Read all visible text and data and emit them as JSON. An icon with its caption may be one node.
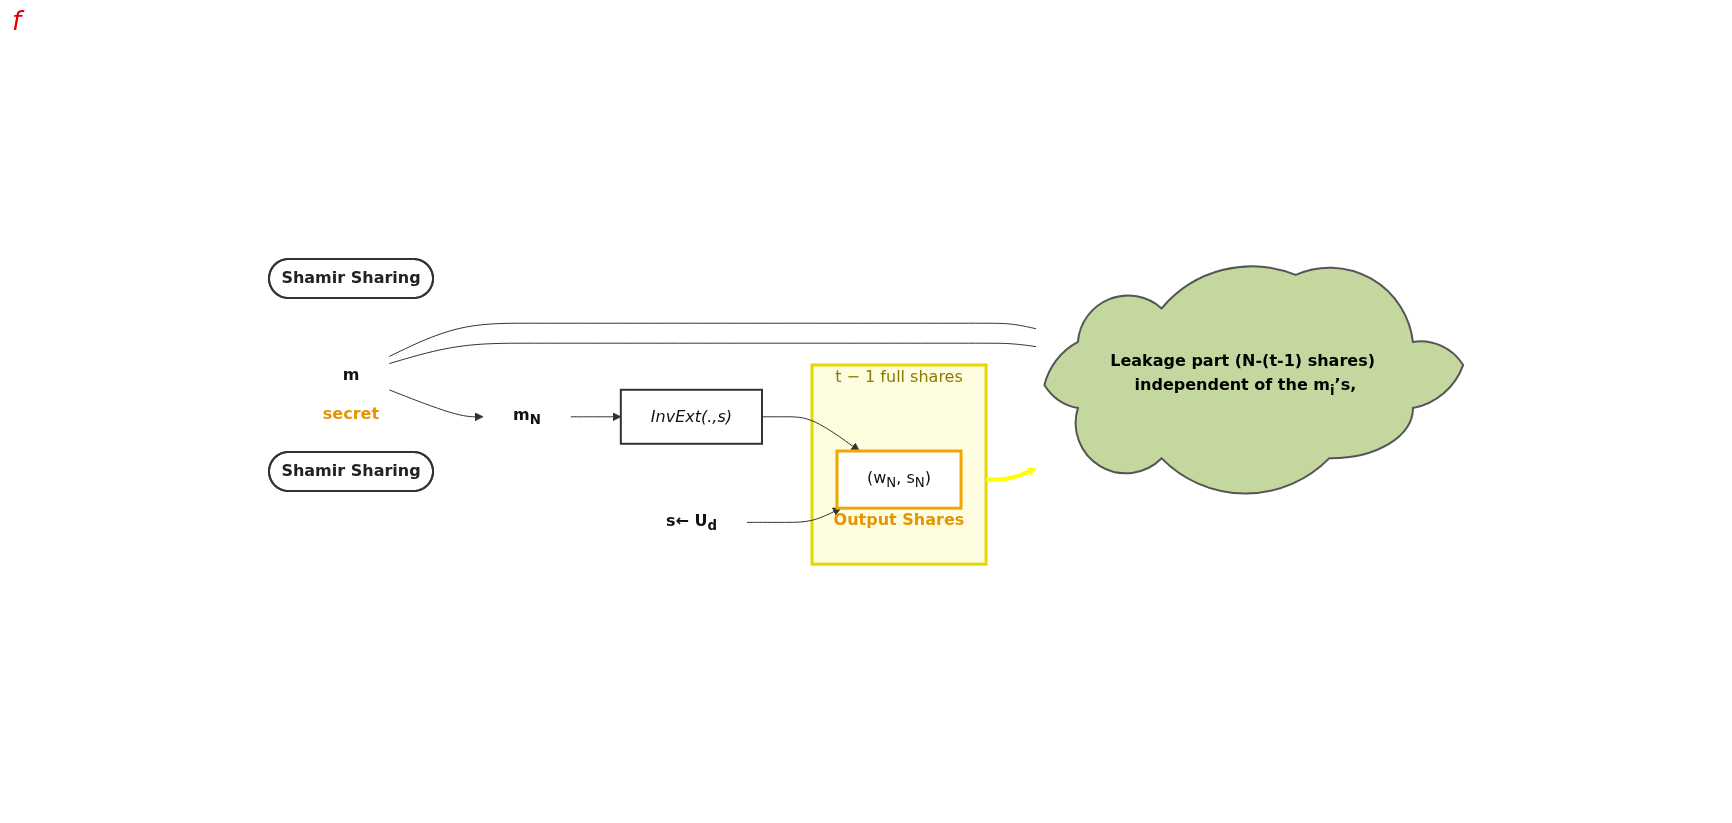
{
  "diagram": {
    "nodes": [
      {
        "text": [
          "Shamir Sharing"
        ]
      },
      {
        "text": [
          "Leakage part (N-(t-1) shares) independent of the m$_{i}$’s,"
        ]
      },
      {
        "text": [
          "s← U$_{d}$"
        ]
      },
      {
        "text": [
          "m"
        ],
        "beside": [
          "secret"
        ]
      },
      {
        "text": [
          "m$_{N}$"
        ]
      },
      {
        "text": [
          "InvExt(.,s)"
        ]
      },
      {
        "text": [
          "t − 1 full shares"
        ]
      },
      {
        "text": [
          "(w$_{N}$, s$_{N}$)"
        ],
        "in": 6,
        "beside": [
          "Output Shares"
        ]
      },
      {
        "text": [
          "Shamir Sharing"
        ]
      }
    ],
    "edges": [
      {
        "from": 3,
        "to": 1,
        "arrow": "none"
      },
      {
        "from": 3,
        "to": 1,
        "arrow": "none"
      },
      {
        "from": 3,
        "to": 4,
        "arrow": "to"
      },
      {
        "from": 4,
        "to": 5,
        "arrow": "to"
      },
      {
        "from": 5,
        "to": 7,
        "arrow": "to"
      },
      {
        "from": 2,
        "to": 7,
        "arrow": "to"
      },
      {
        "from": 6,
        "to": 1,
        "arrow": "to",
        "style": "thick",
        "color": "#ffff00"
      }
    ],
    "labels": [
      "f"
    ]
  }
}
